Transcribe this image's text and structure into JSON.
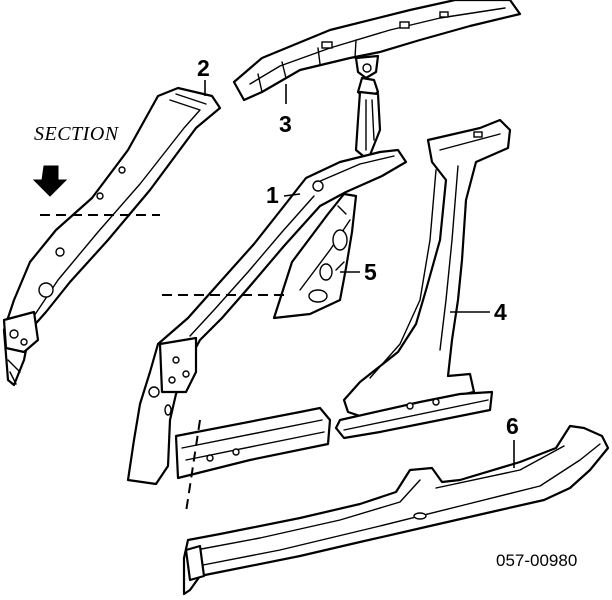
{
  "section_label": "SECTION",
  "callouts": {
    "p1": "1",
    "p2": "2",
    "p3": "3",
    "p4": "4",
    "p5": "5",
    "p6": "6"
  },
  "diagram_code": "057-00980"
}
